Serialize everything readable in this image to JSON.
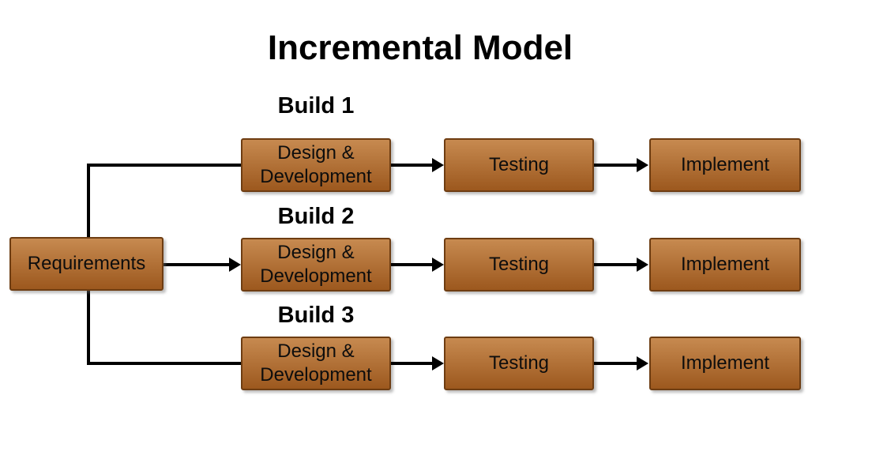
{
  "title": "Incremental Model",
  "requirements": {
    "label": "Requirements"
  },
  "builds": [
    {
      "name": "Build 1",
      "stages": [
        "Design &\nDevelopment",
        "Testing",
        "Implement"
      ]
    },
    {
      "name": "Build 2",
      "stages": [
        "Design &\nDevelopment",
        "Testing",
        "Implement"
      ]
    },
    {
      "name": "Build 3",
      "stages": [
        "Design &\nDevelopment",
        "Testing",
        "Implement"
      ]
    }
  ],
  "colors": {
    "box_fill_top": "#c78a50",
    "box_fill_bottom": "#9c581e",
    "box_border": "#6e3d12",
    "line_color": "#000000",
    "title_color": "#000000",
    "background": "#ffffff"
  }
}
